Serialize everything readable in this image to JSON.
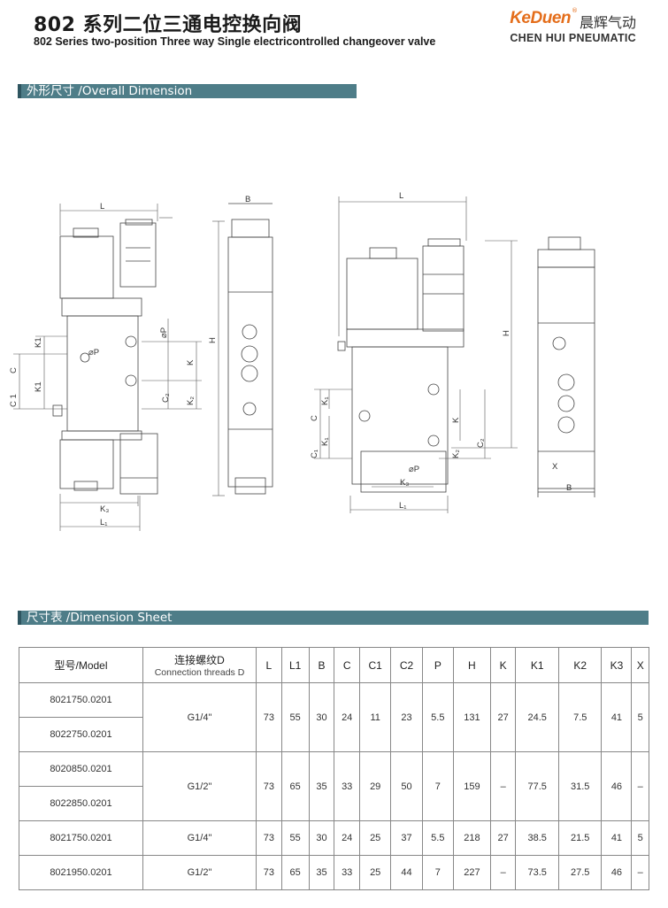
{
  "header": {
    "title_cn": "802 系列二位三通电控换向阀",
    "title_en": "802 Series two-position Three  way Single electricontrolled changeover valve"
  },
  "brand": {
    "logo": "KeDuen",
    "reg": "®",
    "name_cn": "晨辉气动",
    "name_en": "CHEN HUI PNEUMATIC",
    "logo_color": "#e46d1a"
  },
  "sections": {
    "overall": "外形尺寸 /Overall Dimension",
    "sheet": "尺寸表 /Dimension Sheet",
    "bar_color": "#4e7d88"
  },
  "drawing_labels": {
    "L": "L",
    "L1": "L₁",
    "K1": "K1",
    "C": "C",
    "C1": "C 1",
    "K": "K",
    "K2": "K₂",
    "K3": "K₃",
    "C2": "C₂",
    "H": "H",
    "B": "B",
    "P": "⌀P",
    "X": "X",
    "Ka": "K₁",
    "Ca": "C₁"
  },
  "table": {
    "headers": {
      "model": "型号/Model",
      "thread_cn": "连接螺纹D",
      "thread_en": "Connection threads D",
      "cols": [
        "L",
        "L1",
        "B",
        "C",
        "C1",
        "C2",
        "P",
        "H",
        "K",
        "K1",
        "K2",
        "K3",
        "X"
      ]
    },
    "groups": [
      {
        "models": [
          "8021750.0201",
          "8022750.0201"
        ],
        "thread": "G1/4\"",
        "values": [
          "73",
          "55",
          "30",
          "24",
          "11",
          "23",
          "5.5",
          "131",
          "27",
          "24.5",
          "7.5",
          "41",
          "5"
        ]
      },
      {
        "models": [
          "8020850.0201",
          "8022850.0201"
        ],
        "thread": "G1/2\"",
        "values": [
          "73",
          "65",
          "35",
          "33",
          "29",
          "50",
          "7",
          "159",
          "–",
          "77.5",
          "31.5",
          "46",
          "–"
        ]
      },
      {
        "models": [
          "8021750.0201"
        ],
        "thread": "G1/4\"",
        "values": [
          "73",
          "55",
          "30",
          "24",
          "25",
          "37",
          "5.5",
          "218",
          "27",
          "38.5",
          "21.5",
          "41",
          "5"
        ]
      },
      {
        "models": [
          "8021950.0201"
        ],
        "thread": "G1/2\"",
        "values": [
          "73",
          "65",
          "35",
          "33",
          "25",
          "44",
          "7",
          "227",
          "–",
          "73.5",
          "27.5",
          "46",
          "–"
        ]
      }
    ]
  }
}
